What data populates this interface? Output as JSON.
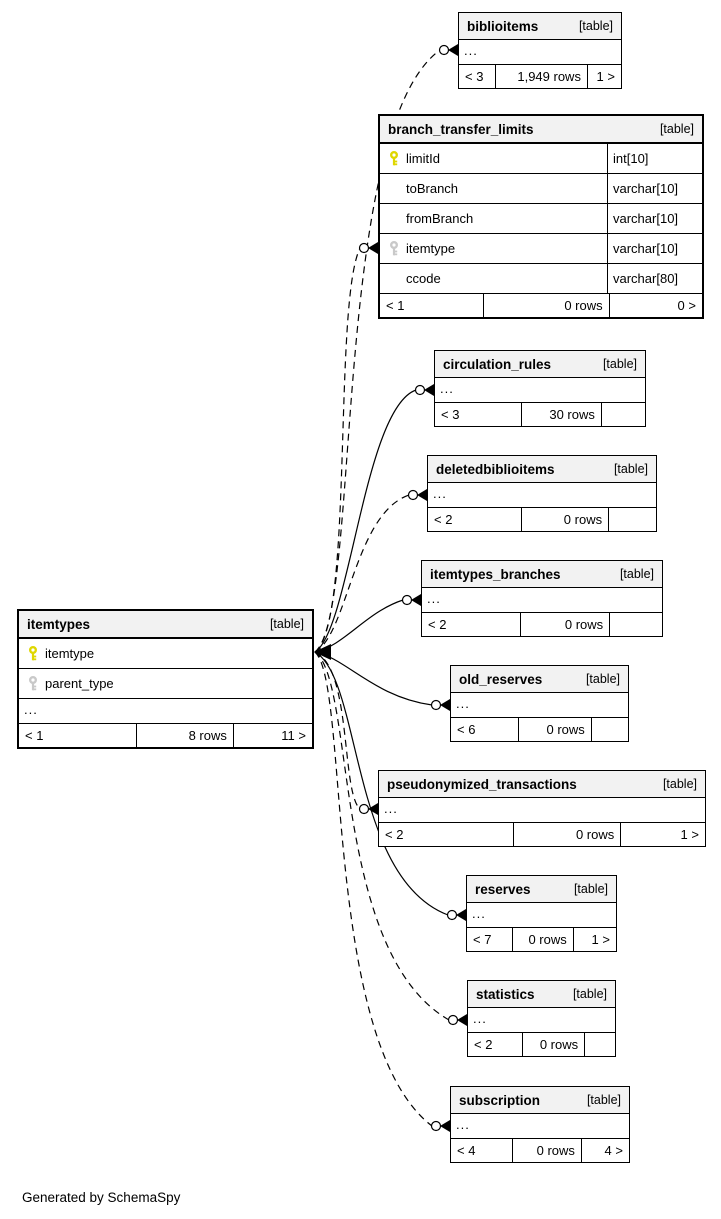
{
  "page": {
    "background": "#ffffff",
    "credit": "Generated by SchemaSpy"
  },
  "colors": {
    "primary_key_icon": "#dfd700",
    "foreign_key_icon": "#c9c9c9",
    "table_header_bg": "#f2f2f2",
    "border": "#000000"
  },
  "tables": [
    {
      "id": "biblioitems",
      "name": "biblioitems",
      "tag": "[table]",
      "ellipsis": "...",
      "footer": {
        "left": "< 3",
        "center": "1,949 rows",
        "right": "1 >"
      }
    },
    {
      "id": "branch_transfer_limits",
      "name": "branch_transfer_limits",
      "tag": "[table]",
      "columns": [
        {
          "name": "limitId",
          "type": "int[10]",
          "key": "primary"
        },
        {
          "name": "toBranch",
          "type": "varchar[10]",
          "key": null
        },
        {
          "name": "fromBranch",
          "type": "varchar[10]",
          "key": null
        },
        {
          "name": "itemtype",
          "type": "varchar[10]",
          "key": "foreign"
        },
        {
          "name": "ccode",
          "type": "varchar[80]",
          "key": null
        }
      ],
      "footer": {
        "left": "< 1",
        "center": "0 rows",
        "right": "0 >"
      }
    },
    {
      "id": "circulation_rules",
      "name": "circulation_rules",
      "tag": "[table]",
      "ellipsis": "...",
      "footer": {
        "left": "< 3",
        "center": "30 rows",
        "right": ""
      }
    },
    {
      "id": "deletedbiblioitems",
      "name": "deletedbiblioitems",
      "tag": "[table]",
      "ellipsis": "...",
      "footer": {
        "left": "< 2",
        "center": "0 rows",
        "right": ""
      }
    },
    {
      "id": "itemtypes_branches",
      "name": "itemtypes_branches",
      "tag": "[table]",
      "ellipsis": "...",
      "footer": {
        "left": "< 2",
        "center": "0 rows",
        "right": ""
      }
    },
    {
      "id": "old_reserves",
      "name": "old_reserves",
      "tag": "[table]",
      "ellipsis": "...",
      "footer": {
        "left": "< 6",
        "center": "0 rows",
        "right": ""
      }
    },
    {
      "id": "pseudonymized_transactions",
      "name": "pseudonymized_transactions",
      "tag": "[table]",
      "ellipsis": "...",
      "footer": {
        "left": "< 2",
        "center": "0 rows",
        "right": "1 >"
      }
    },
    {
      "id": "reserves",
      "name": "reserves",
      "tag": "[table]",
      "ellipsis": "...",
      "footer": {
        "left": "< 7",
        "center": "0 rows",
        "right": "1 >"
      }
    },
    {
      "id": "statistics",
      "name": "statistics",
      "tag": "[table]",
      "ellipsis": "...",
      "footer": {
        "left": "< 2",
        "center": "0 rows",
        "right": ""
      }
    },
    {
      "id": "subscription",
      "name": "subscription",
      "tag": "[table]",
      "ellipsis": "...",
      "footer": {
        "left": "< 4",
        "center": "0 rows",
        "right": "4 >"
      }
    },
    {
      "id": "itemtypes",
      "name": "itemtypes",
      "tag": "[table]",
      "columns": [
        {
          "name": "itemtype",
          "key": "primary"
        },
        {
          "name": "parent_type",
          "key": "foreign"
        }
      ],
      "ellipsis": "...",
      "footer": {
        "left": "< 1",
        "center": "8 rows",
        "right": "11 >"
      }
    }
  ],
  "relationships": [
    {
      "from": "itemtypes",
      "to": "biblioitems",
      "style": "dashed"
    },
    {
      "from": "itemtypes",
      "to": "branch_transfer_limits",
      "style": "dashed",
      "column": "itemtype"
    },
    {
      "from": "itemtypes",
      "to": "circulation_rules",
      "style": "solid"
    },
    {
      "from": "itemtypes",
      "to": "deletedbiblioitems",
      "style": "dashed"
    },
    {
      "from": "itemtypes",
      "to": "itemtypes_branches",
      "style": "solid"
    },
    {
      "from": "itemtypes",
      "to": "old_reserves",
      "style": "solid"
    },
    {
      "from": "itemtypes",
      "to": "pseudonymized_transactions",
      "style": "dashed"
    },
    {
      "from": "itemtypes",
      "to": "reserves",
      "style": "solid"
    },
    {
      "from": "itemtypes",
      "to": "statistics",
      "style": "dashed"
    },
    {
      "from": "itemtypes",
      "to": "subscription",
      "style": "dashed"
    }
  ]
}
